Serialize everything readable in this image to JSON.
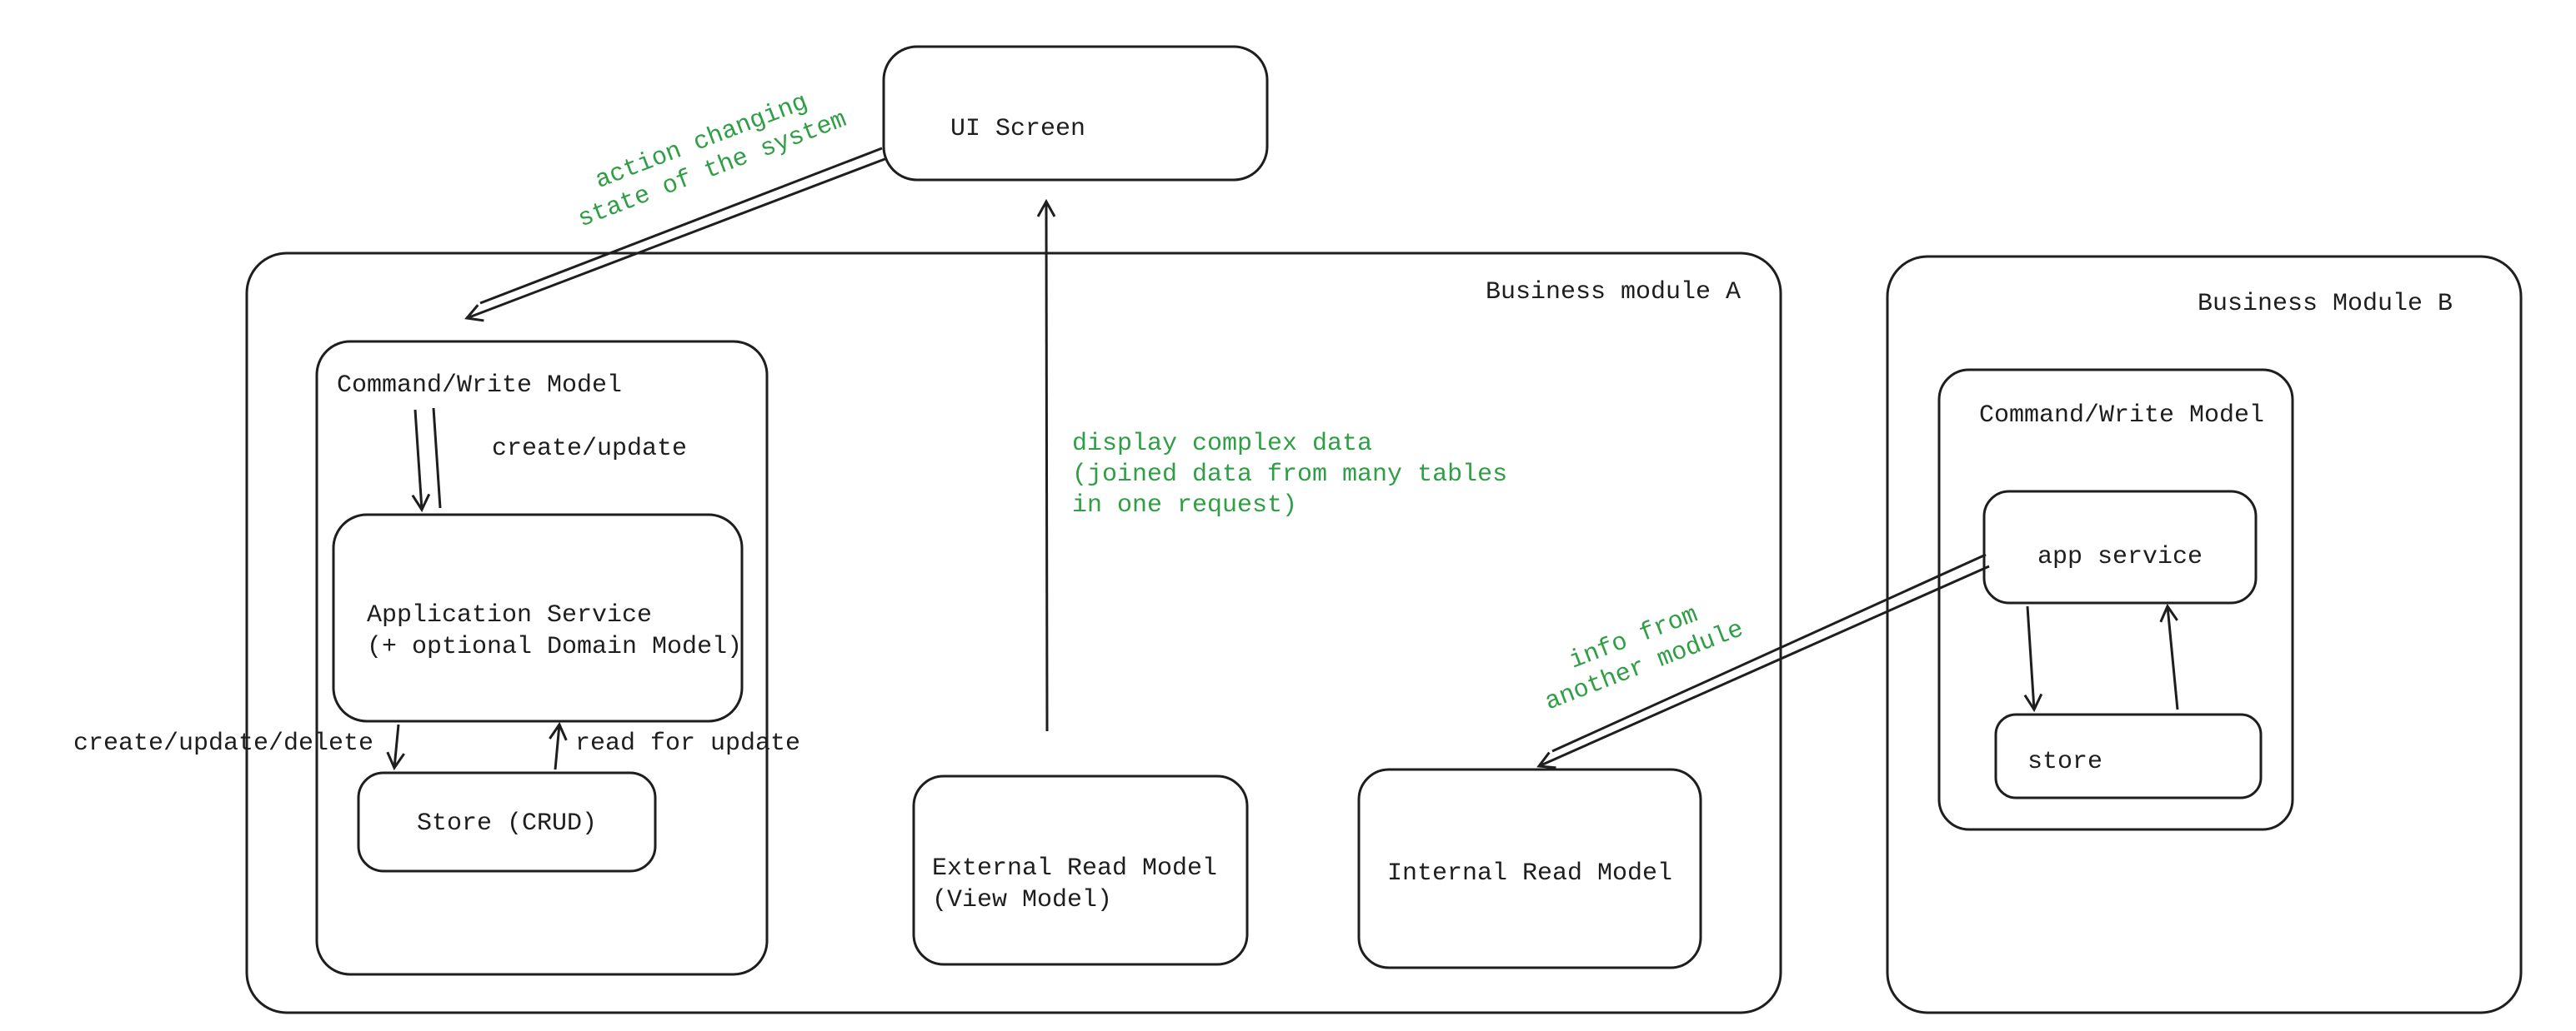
{
  "colors": {
    "stroke": "#1e1e1e",
    "annotation": "#2f9e44",
    "background": "#ffffff"
  },
  "nodes": {
    "ui_screen": "UI Screen",
    "module_a": "Business module A",
    "command_write_a": "Command/Write Model",
    "app_service_a_line1": "Application Service",
    "app_service_a_line2": "(+ optional Domain Model)",
    "store_a": "Store (CRUD)",
    "external_read_line1": "External Read Model",
    "external_read_line2": "(View Model)",
    "internal_read": "Internal Read Model",
    "module_b": "Business Module B",
    "command_write_b": "Command/Write Model",
    "app_service_b": "app service",
    "store_b": "store"
  },
  "edge_labels": {
    "create_update": "create/update",
    "create_update_delete": "create/update/delete",
    "read_for_update": "read for update"
  },
  "annotations": {
    "action_changing_line1": "action changing",
    "action_changing_line2": "state of the system",
    "display_line1": "display complex data",
    "display_line2": "(joined data from many tables",
    "display_line3": "in one request)",
    "info_line1": "info from",
    "info_line2": "another module"
  }
}
